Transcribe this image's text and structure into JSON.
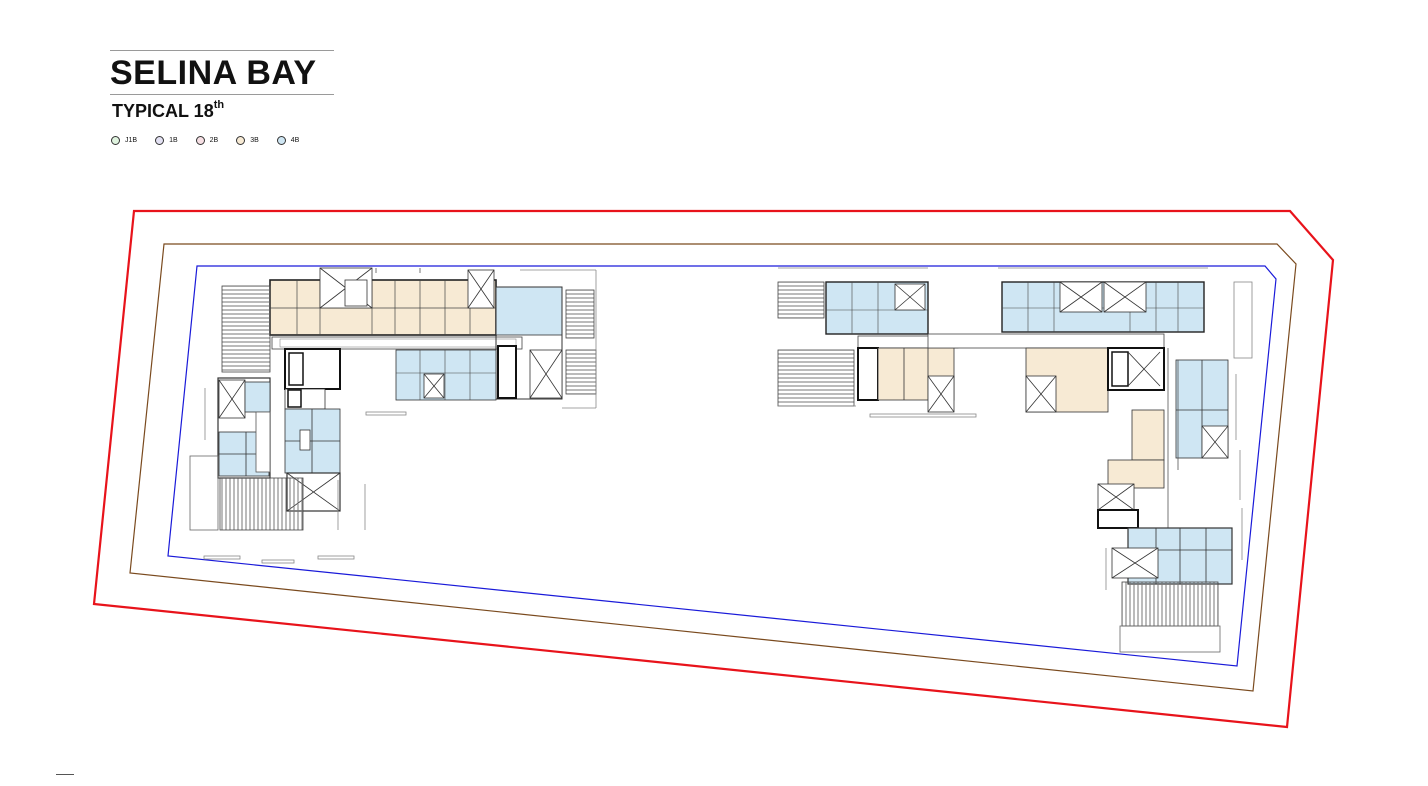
{
  "header": {
    "project_title": "SELINA BAY",
    "floor_label": "TYPICAL 18",
    "floor_suffix": "th"
  },
  "legend": [
    {
      "label": "J1B",
      "color": "#dff3df"
    },
    {
      "label": "1B",
      "color": "#e3e1f3"
    },
    {
      "label": "2B",
      "color": "#f6dfe4"
    },
    {
      "label": "3B",
      "color": "#f7ead4"
    },
    {
      "label": "4B",
      "color": "#cfe6f3"
    }
  ],
  "plan": {
    "boundary_colors": {
      "site": "#e8131b",
      "setback": "#7a4a1e",
      "building_line": "#1a1ad9"
    },
    "unit_fill_4B": "#cfe6f3",
    "unit_fill_3B": "#f7ead4"
  }
}
